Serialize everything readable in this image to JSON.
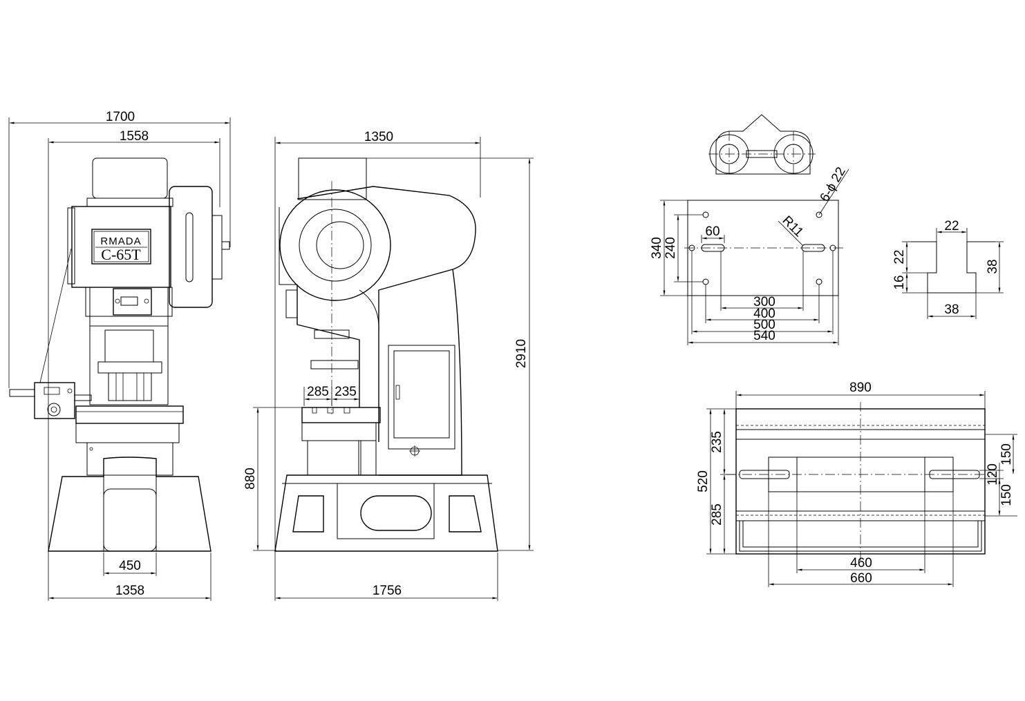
{
  "machine": {
    "brand": "RMADA",
    "model": "C-65T"
  },
  "front_view": {
    "overall_width": "1700",
    "upper_width": "1558",
    "bolster_opening": "450",
    "base_width": "1358"
  },
  "side_view": {
    "top_depth": "1350",
    "throat_a": "285",
    "throat_b": "235",
    "table_height": "880",
    "overall_height": "2910",
    "base_depth": "1756"
  },
  "slide_view": {
    "holes_callout": "6-ϕ 22",
    "radius_callout": "R11",
    "slot_length": "60",
    "height_outer": "340",
    "height_inner": "240",
    "width_300": "300",
    "width_400": "400",
    "width_500": "500",
    "width_540": "540"
  },
  "tslot_detail": {
    "top_width": "22",
    "neck_height": "22",
    "foot_height": "16",
    "total_height": "38",
    "foot_width": "38"
  },
  "bolster_view": {
    "width": "890",
    "depth": "520",
    "front_part": "235",
    "rear_part": "285",
    "slot_span_outer": "150",
    "slot_span_mid": "120",
    "slot_span_lower": "150",
    "hole_width": "460",
    "frame_width": "660"
  }
}
